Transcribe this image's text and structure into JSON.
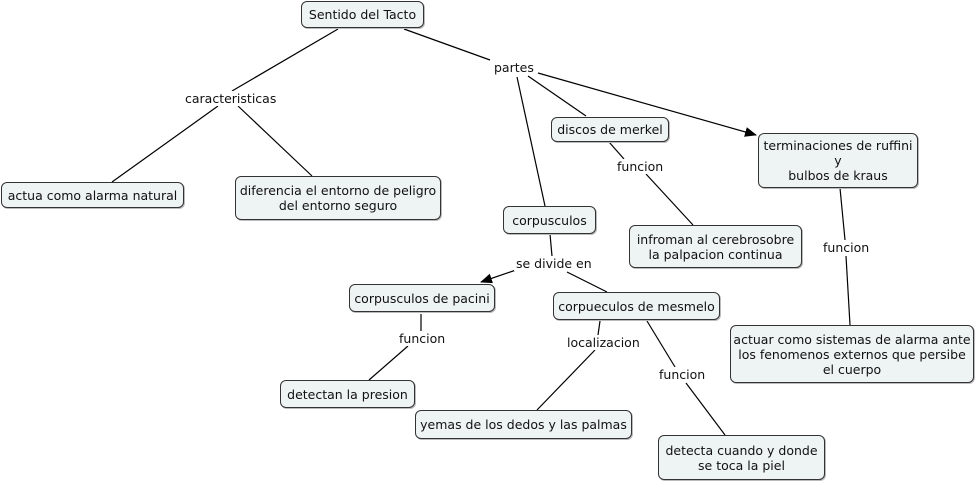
{
  "concepts": {
    "root": "Sentido del Tacto",
    "alarma": "actua como alarma natural",
    "diferencia": "diferencia el entorno de peligro\ndel entorno seguro",
    "corpusculos": "corpusculos",
    "discos": "discos de merkel",
    "ruffini": "terminaciones de ruffini\ny\nbulbos de kraus",
    "infroman": "infroman al cerebrosobre\nla palpacion continua",
    "pacini": "corpusculos de pacini",
    "mesmelo": "corpueculos de mesmelo",
    "actuar": "actuar como sistemas de alarma ante\nlos fenomenos externos que persibe\nel cuerpo",
    "presion": "detectan la presion",
    "yemas": "yemas de los dedos y las palmas",
    "detecta": "detecta cuando y donde\nse toca la piel"
  },
  "links": {
    "caracteristicas": "caracteristicas",
    "partes": "partes",
    "funcion_merkel": "funcion",
    "funcion_ruffini": "funcion",
    "se_divide_en": "se divide en",
    "funcion_pacini": "funcion",
    "localizacion": "localizacion",
    "funcion_mesmelo": "funcion"
  }
}
